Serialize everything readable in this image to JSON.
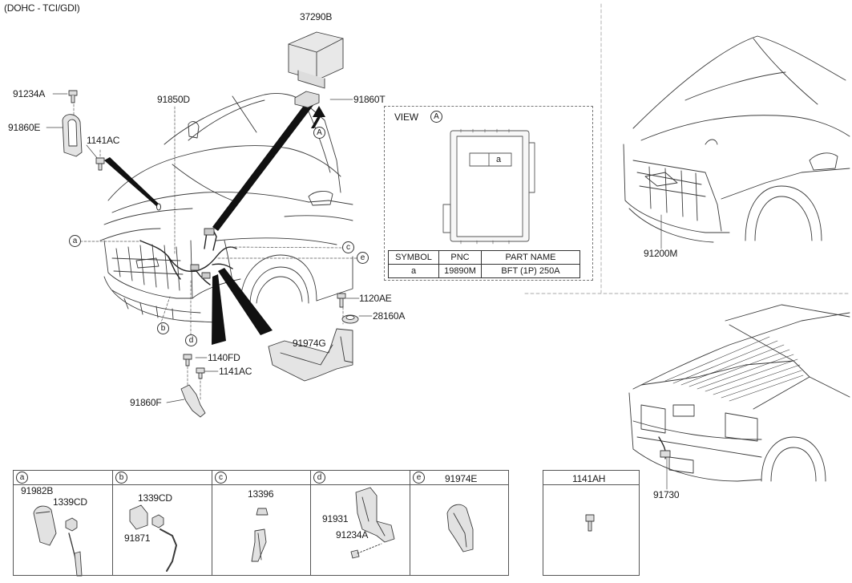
{
  "header": {
    "engine": "(DOHC - TCI/GDI)"
  },
  "callouts": {
    "p37290B": "37290B",
    "p91860T": "91860T",
    "p91234A": "91234A",
    "p91860E": "91860E",
    "p1141AC_top": "1141AC",
    "p91850D": "91850D",
    "p1120AE": "1120AE",
    "p28160A": "28160A",
    "p91974G": "91974G",
    "p1140FD": "1140FD",
    "p1141AC_bottom": "1141AC",
    "p91860F": "91860F",
    "p91200M": "91200M",
    "p91730": "91730"
  },
  "markers": {
    "a": "a",
    "b": "b",
    "c": "c",
    "d": "d",
    "e": "e",
    "A": "A"
  },
  "view": {
    "title": "VIEW",
    "marker": "A",
    "module_label": "a",
    "table": {
      "headers": [
        "SYMBOL",
        "PNC",
        "PART NAME"
      ],
      "rows": [
        [
          "a",
          "19890M",
          "BFT (1P) 250A"
        ]
      ]
    }
  },
  "detail_panels": [
    {
      "id": "a",
      "parts": [
        "91982B",
        "1339CD"
      ]
    },
    {
      "id": "b",
      "parts": [
        "1339CD",
        "91871"
      ]
    },
    {
      "id": "c",
      "parts": [
        "13396"
      ]
    },
    {
      "id": "d",
      "parts": [
        "91931",
        "91234A"
      ]
    },
    {
      "id": "e",
      "parts": [
        "91974E"
      ]
    }
  ],
  "extra_panel": {
    "title": "1141AH"
  }
}
